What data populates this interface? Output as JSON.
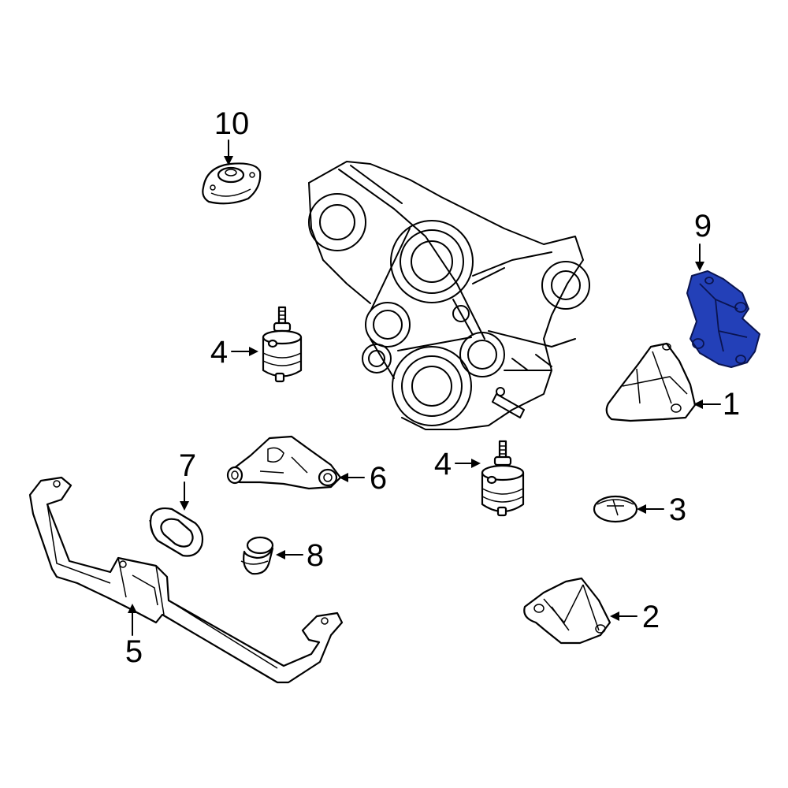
{
  "highlight_color": "#2340b8",
  "callouts": {
    "c1": "1",
    "c2": "2",
    "c3": "3",
    "c4a": "4",
    "c4b": "4",
    "c5": "5",
    "c6": "6",
    "c7": "7",
    "c8": "8",
    "c9": "9",
    "c10": "10"
  }
}
